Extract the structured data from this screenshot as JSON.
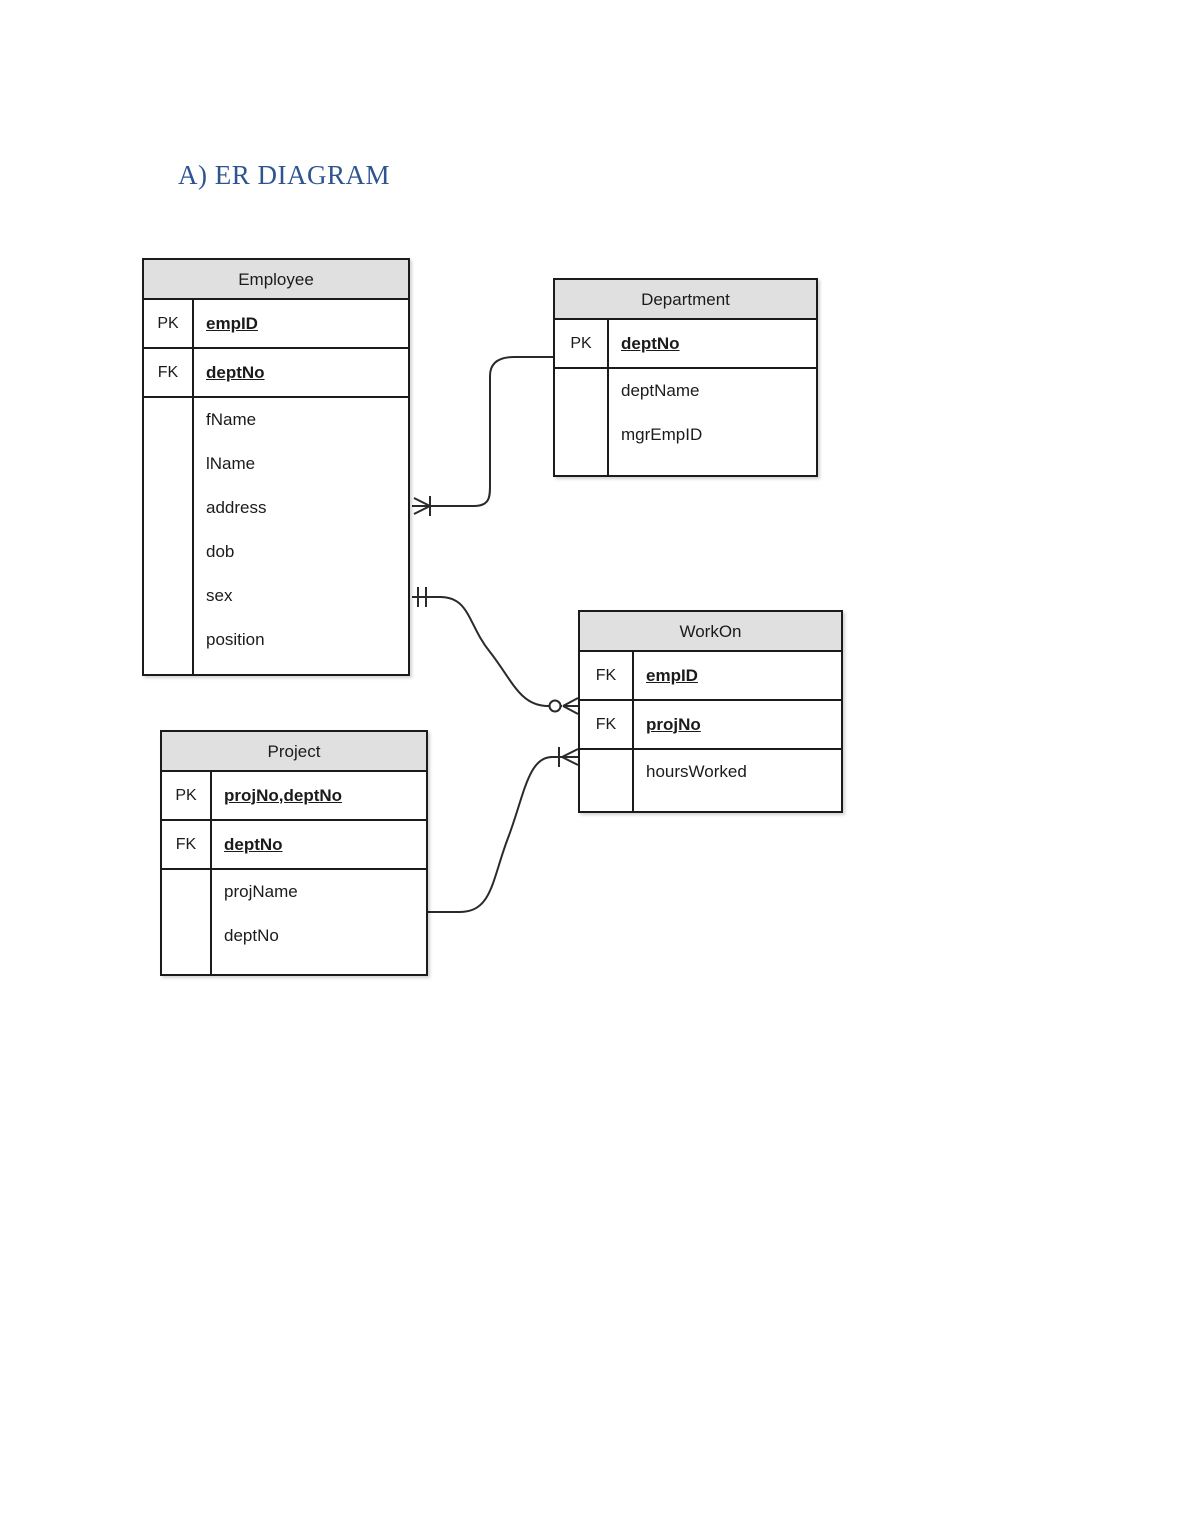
{
  "page": {
    "heading": "A) ER DIAGRAM",
    "heading_color": "#2E5590"
  },
  "diagram": {
    "type": "er-diagram",
    "notation": "crow's foot",
    "header_fill": "#e0e0e0",
    "border_color": "#1b1b1b",
    "entities": [
      {
        "id": "employee",
        "title": "Employee",
        "keyed_attributes": [
          {
            "key": "PK",
            "name": "empID"
          },
          {
            "key": "FK",
            "name": "deptNo"
          }
        ],
        "plain_attributes": [
          "fName",
          "lName",
          "address",
          "dob",
          "sex",
          "position"
        ]
      },
      {
        "id": "department",
        "title": "Department",
        "keyed_attributes": [
          {
            "key": "PK",
            "name": "deptNo"
          }
        ],
        "plain_attributes": [
          "deptName",
          "mgrEmpID"
        ]
      },
      {
        "id": "workon",
        "title": "WorkOn",
        "keyed_attributes": [
          {
            "key": "FK",
            "name": "empID"
          },
          {
            "key": "FK",
            "name": "projNo"
          }
        ],
        "plain_attributes": [
          "hoursWorked"
        ]
      },
      {
        "id": "project",
        "title": "Project",
        "keyed_attributes": [
          {
            "key": "PK",
            "name": "projNo,deptNo"
          },
          {
            "key": "FK",
            "name": "deptNo"
          }
        ],
        "plain_attributes": [
          "projName",
          "deptNo"
        ]
      }
    ],
    "relationships": [
      {
        "id": "employee-department",
        "from": "employee",
        "to": "department",
        "from_marker": "one-or-many",
        "to_marker": "none"
      },
      {
        "id": "employee-workon",
        "from": "employee",
        "to": "workon",
        "from_marker": "one-and-only-one",
        "to_marker": "zero-or-many"
      },
      {
        "id": "project-workon",
        "from": "project",
        "to": "workon",
        "from_marker": "none",
        "to_marker": "one-or-many"
      }
    ]
  }
}
